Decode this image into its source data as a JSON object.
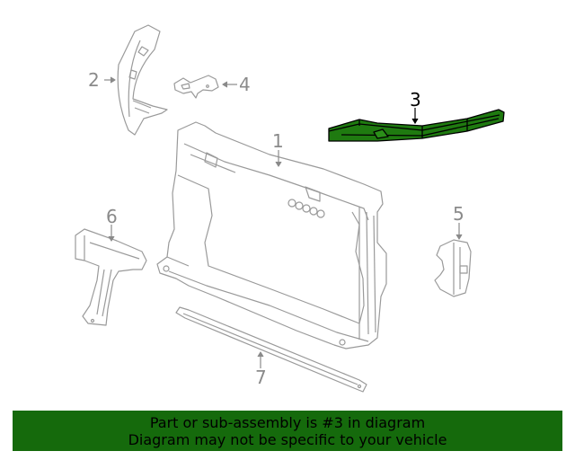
{
  "diagram": {
    "highlighted_part": "3",
    "highlight_color": "#1f7a10",
    "line_color": "#9a9a9a",
    "callouts": [
      {
        "number": "1",
        "part": "radiator-support-frame"
      },
      {
        "number": "2",
        "part": "upper-side-bracket"
      },
      {
        "number": "3",
        "part": "upper-cross-member",
        "highlighted": true
      },
      {
        "number": "4",
        "part": "small-bracket"
      },
      {
        "number": "5",
        "part": "right-side-bracket"
      },
      {
        "number": "6",
        "part": "left-side-bracket"
      },
      {
        "number": "7",
        "part": "lower-tie-bar"
      }
    ]
  },
  "banner": {
    "line1": "Part or sub-assembly is #3 in diagram",
    "line2": "Diagram may not be specific to your vehicle",
    "background": "#156a0c"
  }
}
